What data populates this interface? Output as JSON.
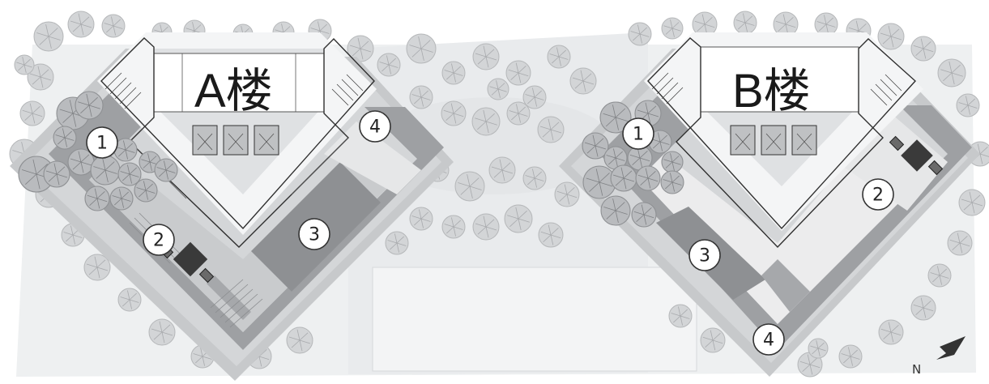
{
  "buildings": {
    "a": {
      "label": "A楼",
      "markers": [
        "1",
        "2",
        "3",
        "4"
      ]
    },
    "b": {
      "label": "B楼",
      "markers": [
        "1",
        "2",
        "3",
        "4"
      ]
    }
  },
  "compass": {
    "label": "N",
    "icon": "north-arrow-icon"
  },
  "colors": {
    "site_light": "#e8eaec",
    "building_dark": "#9c9ea1",
    "building_mid": "#c4c6c8",
    "building_floor": "#f2f3f4",
    "court_dark": "#8a8c8f",
    "tree": "#d3d5d7"
  }
}
